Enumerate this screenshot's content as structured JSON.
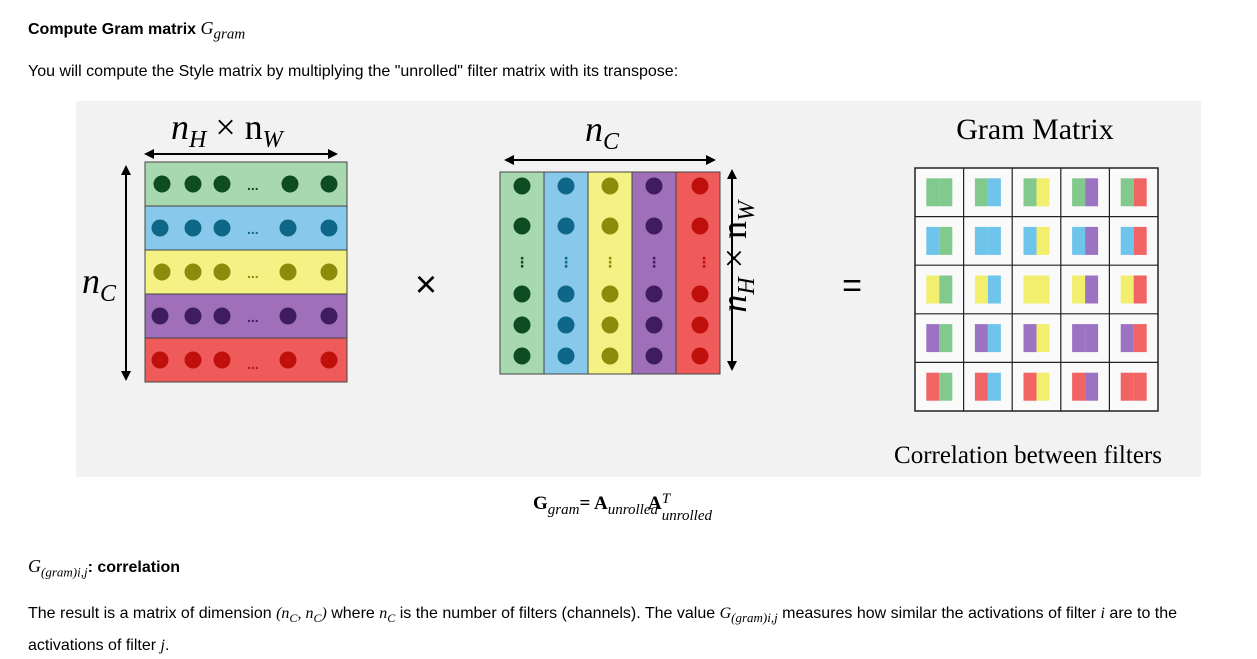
{
  "section": {
    "title_bold": "Compute Gram matrix",
    "title_math": "G",
    "title_math_sub": "gram"
  },
  "intro": "You will compute the Style matrix by multiplying the \"unrolled\" filter matrix with its transpose:",
  "figure": {
    "left_top_label": "n",
    "left_top_label_sub1": "H",
    "left_top_label_mid": " × n",
    "left_top_label_sub2": "W",
    "left_side_label": "n",
    "left_side_label_sub": "C",
    "mid_top_label": "n",
    "mid_top_label_sub": "C",
    "mid_side_label": "n",
    "mid_side_label_sub1": "H",
    "mid_side_label_mid": " × n",
    "mid_side_label_sub2": "W",
    "times_symbol": "×",
    "equals_symbol": "=",
    "ellipsis": "...",
    "vertical_ellipsis": "⋮",
    "gram_title": "Gram Matrix",
    "gram_caption": "Correlation between filters",
    "colors": {
      "green_fill": "#a8d8b0",
      "green_dot": "#0e4d22",
      "blue_fill": "#88c8ea",
      "blue_dot": "#0e6789",
      "yellow_fill": "#f4f284",
      "yellow_dot": "#8c8c0c",
      "purple_fill": "#9f6fba",
      "purple_dot": "#3e1c5e",
      "red_fill": "#ef5a5a",
      "red_dot": "#c0100c",
      "gram_green": "#82c98e",
      "gram_blue": "#6fc4ec",
      "gram_yellow": "#f2ef6e",
      "gram_purple": "#9c72c2",
      "gram_red": "#f06464",
      "figure_background": "#f2f2f2"
    }
  },
  "formula": {
    "lhs": "G",
    "lhs_sub": "gram",
    "equals": "= ",
    "a1": "A",
    "a1_sub": "unrolled",
    "a2": "A",
    "a2_sup": "T",
    "a2_sub": "unrolled"
  },
  "correlation": {
    "math": "G",
    "math_sub": "(gram)i,j",
    "label": ": correlation"
  },
  "result": {
    "t1": "The result is a matrix of dimension ",
    "m1": "(n",
    "m1_sub": "C",
    "m1b": ", n",
    "m1b_sub": "C",
    "m1c": ")",
    "t2": " where ",
    "m2": "n",
    "m2_sub": "C",
    "t3": " is the number of filters (channels). The value ",
    "m3": "G",
    "m3_sub": "(gram)i,j",
    "t4": " measures how similar the activations of filter ",
    "m4": "i",
    "t5": " are to the activations of filter ",
    "m5": "j",
    "t6": "."
  }
}
